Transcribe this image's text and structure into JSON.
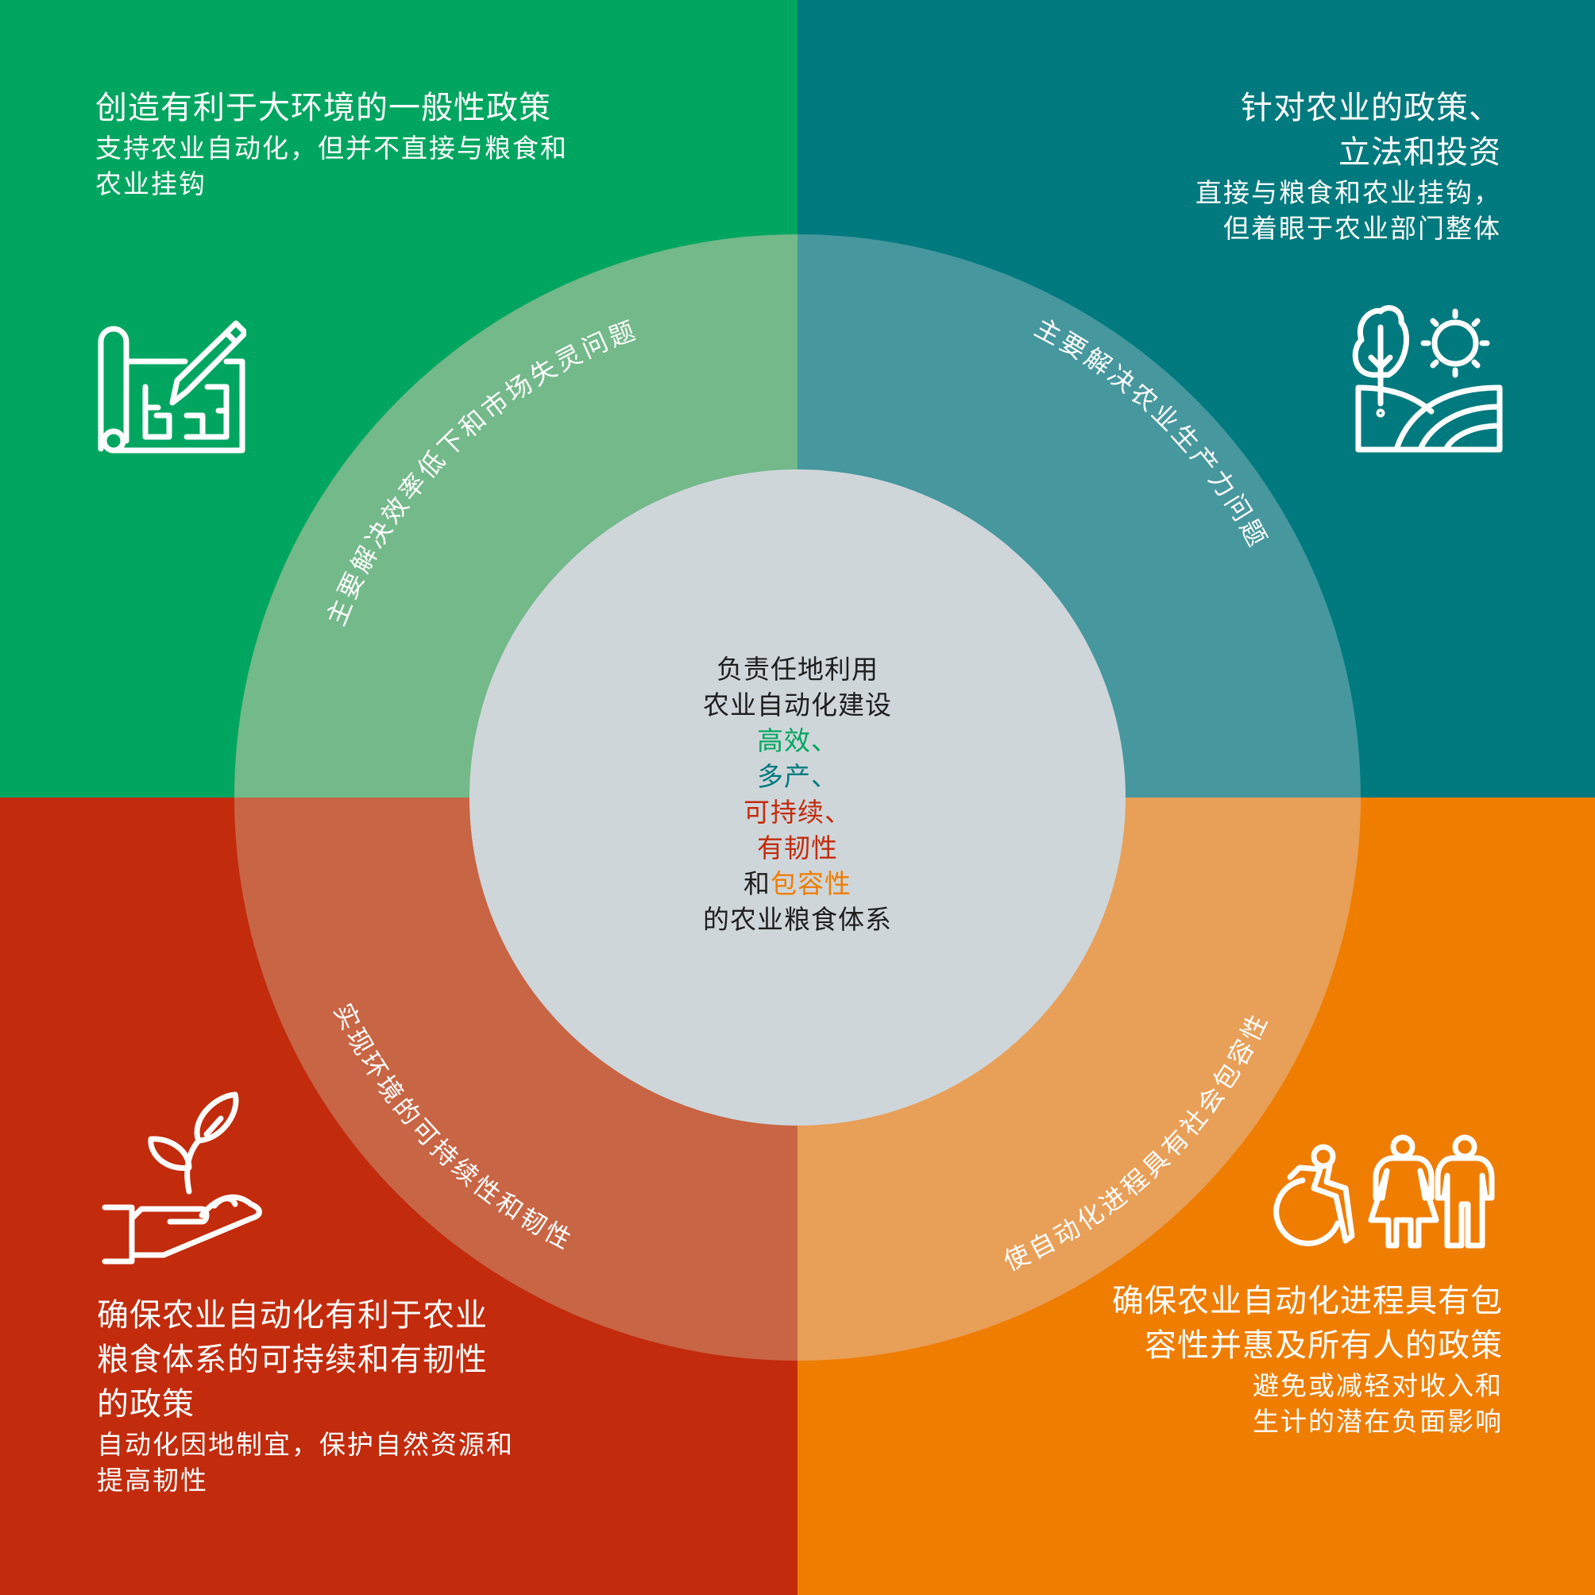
{
  "colors": {
    "green": "#00a660",
    "teal": "#007a7e",
    "red": "#c22b0c",
    "orange": "#ef7d00",
    "ring_green": "#73b98a",
    "ring_teal": "#47979e",
    "ring_red": "#c86544",
    "ring_orange": "#e89f57",
    "center": "#cfd6da",
    "center_text": "#1e1e1e"
  },
  "quadrants": {
    "top_left": {
      "title": "创造有利于大环境的一般性政策",
      "subtitle_lines": [
        "支持农业自动化，但并不直接与粮食和",
        "农业挂钩"
      ],
      "icon": "blueprint-pencil-icon",
      "ring_label": "主要解决效率低下和市场失灵问题"
    },
    "top_right": {
      "title_lines": [
        "针对农业的政策、",
        "立法和投资"
      ],
      "subtitle_lines": [
        "直接与粮食和农业挂钩，",
        "但着眼于农业部门整体"
      ],
      "icon": "landscape-tree-sun-icon",
      "ring_label": "主要解决农业生产力问题"
    },
    "bottom_left": {
      "title_lines": [
        "确保农业自动化有利于农业",
        "粮食体系的可持续和有韧性",
        "的政策"
      ],
      "subtitle_lines": [
        "自动化因地制宜，保护自然资源和",
        "提高韧性"
      ],
      "icon": "hand-sprout-icon",
      "ring_label": "实现环境的可持续性和韧性"
    },
    "bottom_right": {
      "title_lines": [
        "确保农业自动化进程具有包",
        "容性并惠及所有人的政策"
      ],
      "subtitle_lines": [
        "避免或减轻对收入和",
        "生计的潜在负面影响"
      ],
      "icon": "people-inclusion-icon",
      "ring_label": "使自动化进程具有社会包容性"
    }
  },
  "center": {
    "line1": "负责任地利用",
    "line2": "农业自动化建设",
    "efficient": "高效、",
    "productive": "多产、",
    "sustainable": "可持续、",
    "resilient": "有韧性",
    "and": "和",
    "inclusive": "包容性",
    "line_last": "的农业粮食体系"
  }
}
